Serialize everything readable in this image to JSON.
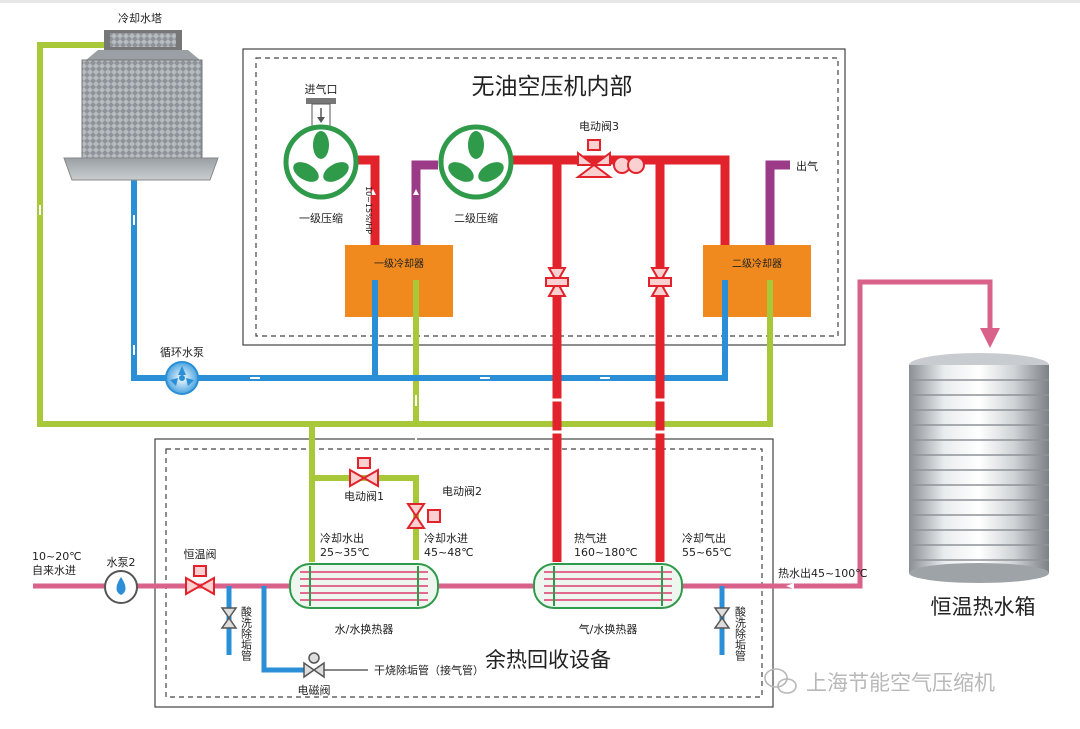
{
  "compressor_box": {
    "title": "无油空压机内部"
  },
  "recovery_box": {
    "title": "余热回收设备"
  },
  "cooling_tower": {
    "label": "冷却水塔"
  },
  "intake": {
    "label": "进气口"
  },
  "stage1": {
    "label": "一级压缩",
    "pipe_text": "10~15%/HP"
  },
  "stage2": {
    "label": "二级压缩"
  },
  "valve3": {
    "label": "电动阀3"
  },
  "outlet": {
    "label": "出气"
  },
  "cooler1": {
    "label": "一级冷却器"
  },
  "cooler2": {
    "label": "二级冷却器"
  },
  "circ_pump": {
    "label": "循环水泵"
  },
  "valve1": {
    "label": "电动阀1"
  },
  "valve2": {
    "label": "电动阀2"
  },
  "cw_out": {
    "label": "冷却水出",
    "temp": "25~35℃"
  },
  "cw_in": {
    "label": "冷却水进",
    "temp": "45~48℃"
  },
  "hot_gas_in": {
    "label": "热气进",
    "temp": "160~180℃"
  },
  "cold_gas_out": {
    "label": "冷却气出",
    "temp": "55~65℃"
  },
  "tap_water": {
    "range": "10~20℃",
    "label": "自来水进"
  },
  "pump2": {
    "label": "水泵2"
  },
  "thermo_valve": {
    "label": "恒温阀"
  },
  "acid_pipe_left": {
    "label": "酸洗除垢管"
  },
  "acid_pipe_right": {
    "label": "酸洗除垢管"
  },
  "hx_water": {
    "label": "水/水换热器"
  },
  "hx_gas": {
    "label": "气/水换热器"
  },
  "dry_pipe": {
    "label": "干烧除垢管（接气管）"
  },
  "solenoid": {
    "label": "电磁阀"
  },
  "hot_out": {
    "label": "热水出45~100℃"
  },
  "tank": {
    "label": "恒温热水箱"
  },
  "watermark": {
    "text": "上海节能空气压缩机"
  },
  "colors": {
    "hot_gas": "#e2232c",
    "cold_water": "#2a8fd6",
    "cooling_green": "#a8c83a",
    "purple": "#9b3a86",
    "pink": "#d9628a",
    "cooler_orange": "#f08a1e",
    "fan_green": "#2e9a4a"
  }
}
